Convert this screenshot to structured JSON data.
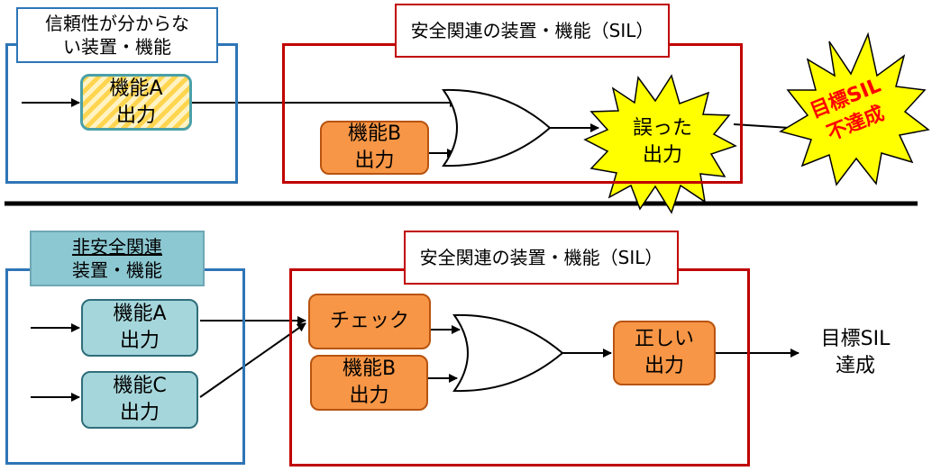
{
  "top": {
    "unknown_title": [
      "信頼性が分からな",
      "い装置・機能"
    ],
    "safety_title": "安全関連の装置・機能（SIL）",
    "func_a": [
      "機能A",
      "出力"
    ],
    "func_b": [
      "機能B",
      "出力"
    ],
    "wrong_output": [
      "誤った",
      "出力"
    ],
    "fail": [
      "目標SIL",
      "不達成"
    ]
  },
  "bottom": {
    "nonsafety_title_line1": "非安全関連",
    "nonsafety_title_line2": "装置・機能",
    "safety_title": "安全関連の装置・機能（SIL）",
    "func_a": [
      "機能A",
      "出力"
    ],
    "func_c": [
      "機能C",
      "出力"
    ],
    "check": "チェック",
    "func_b": [
      "機能B",
      "出力"
    ],
    "correct_output": [
      "正しい",
      "出力"
    ],
    "achieve": [
      "目標SIL",
      "達成"
    ]
  },
  "colors": {
    "blue_frame": "#2E75B6",
    "red_frame": "#C00000",
    "orange": "#F79646",
    "teal": "#A5D6DB",
    "burst_yellow": "#FFFF00",
    "fail_text": "#FF0000"
  }
}
